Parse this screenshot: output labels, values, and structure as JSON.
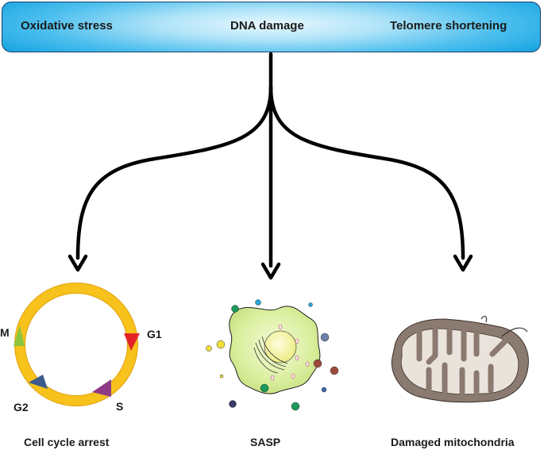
{
  "banner": {
    "causes": [
      "Oxidative stress",
      "DNA damage",
      "Telomere shortening"
    ]
  },
  "cell_cycle": {
    "phases": [
      "M",
      "G1",
      "S",
      "G2"
    ],
    "colors": {
      "ring": "#f6c21b",
      "ring_stroke": "#e0a20f",
      "M": "#8cc43e",
      "G1": "#e42328",
      "S": "#8e3a85",
      "G2": "#3d5a8f"
    }
  },
  "effects": [
    "Cell cycle arrest",
    "SASP",
    "Damaged mitochondria"
  ],
  "colors": {
    "arrow": "#000000",
    "cell_body": "#dff0a8",
    "nucleus": "#f7f5a0",
    "mito_fill": "#8b7a70"
  }
}
